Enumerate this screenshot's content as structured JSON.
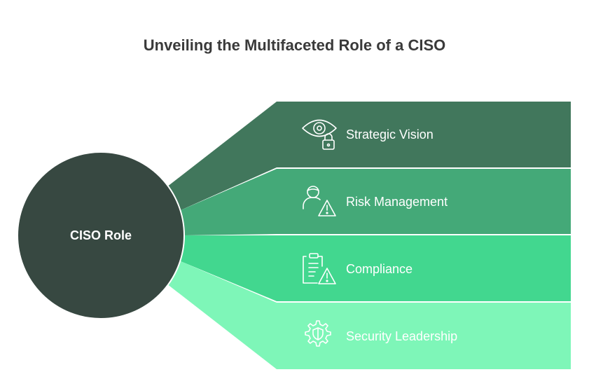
{
  "title": "Unveiling the Multifaceted Role of a CISO",
  "center": {
    "label": "CISO Role",
    "color": "#374841"
  },
  "bands": [
    {
      "label": "Strategic Vision",
      "icon": "eye-lock-icon",
      "color": "#41775c"
    },
    {
      "label": "Risk Management",
      "icon": "person-warning-icon",
      "color": "#44a978"
    },
    {
      "label": "Compliance",
      "icon": "clipboard-warning-icon",
      "color": "#42d78f"
    },
    {
      "label": "Security Leadership",
      "icon": "gear-shield-icon",
      "color": "#7ef6b8"
    }
  ]
}
